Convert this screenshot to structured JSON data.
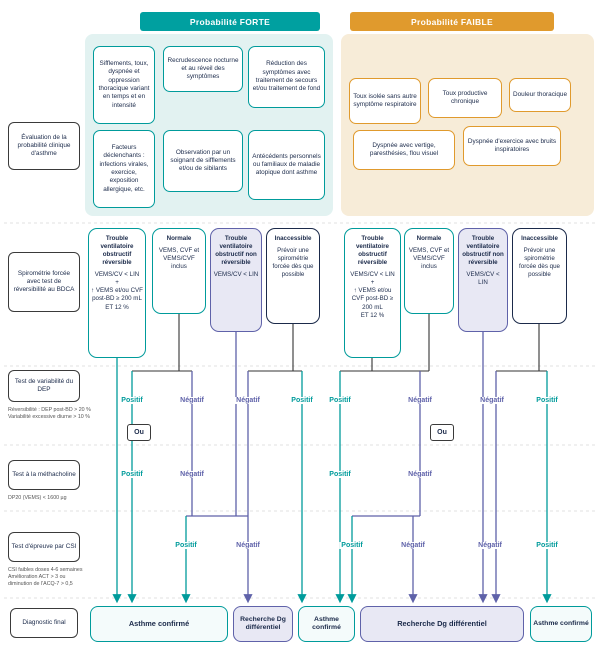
{
  "colors": {
    "teal_header": "#00a0a0",
    "teal_line": "#009b9b",
    "orange_header": "#e09a2d",
    "purple": "#5f62a9",
    "lavender_bg": "#e8e8f4",
    "panel_teal_bg": "#e2f2f1",
    "panel_orange_bg": "#f7ecd8",
    "text_navy": "#1b2a4a"
  },
  "headers": {
    "forte": "Probabilité FORTE",
    "faible": "Probabilité FAIBLE"
  },
  "sidebar": {
    "evaluation": "Évaluation de la probabilité clinique d'asthme",
    "spirometrie": "Spirométrie forcée avec test de réversibilité au BDCA",
    "dep": "Test de variabilité du DEP",
    "dep_note": "Réversibilité : DEP post-BD > 20 %\nVariabilité excessive diurne > 10 %",
    "methacholine": "Test à la méthacholine",
    "meth_note": "DP20 (VEMS) < 1600 µg",
    "csi": "Test d'épreuve par CSI",
    "csi_note": "CSI faibles doses 4-6 semaines\nAmélioration ACT > 3 ou\ndiminution de l'ACQ-7 > 0,5",
    "final": "Diagnostic final"
  },
  "forte_criteria": [
    "Sifflements, toux, dyspnée et oppression thoracique variant en temps et en intensité",
    "Recrudescence nocturne et au réveil des symptômes",
    "Réduction des symptômes avec traitement de secours et/ou traitement de fond",
    "Facteurs déclenchants : infections virales, exercice, exposition allergique, etc.",
    "Observation par un soignant de sifflements et/ou de sibilants",
    "Antécédents personnels ou familiaux de maladie atopique dont asthme"
  ],
  "faible_criteria": [
    "Toux isolée sans autre symptôme respiratoire",
    "Toux productive chronique",
    "Douleur thoracique",
    "Dyspnée avec vertige, paresthésies, flou visuel",
    "Dyspnée d'exercice avec bruits inspiratoires"
  ],
  "spirometry": {
    "reversible": {
      "title": "Trouble ventilatoire obstructif réversible",
      "body": "VEMS/CV < LIN\n+\n↑ VEMS et/ou CVF post-BD ≥ 200 mL\nET 12 %"
    },
    "normale": {
      "title": "Normale",
      "body": "VEMS, CVF et VEMS/CVF inclus"
    },
    "non_reversible": {
      "title": "Trouble ventilatoire obstructif non réversible",
      "body": "VEMS/CV < LIN"
    },
    "inaccessible": {
      "title": "Inaccessible",
      "body": "Prévoir une spirométrie forcée dès que possible"
    }
  },
  "flow": {
    "positif": "Positif",
    "negatif": "Négatif",
    "ou": "Ou"
  },
  "final_boxes": {
    "asthme": "Asthme confirmé",
    "recherche": "Recherche Dg différentiel"
  }
}
